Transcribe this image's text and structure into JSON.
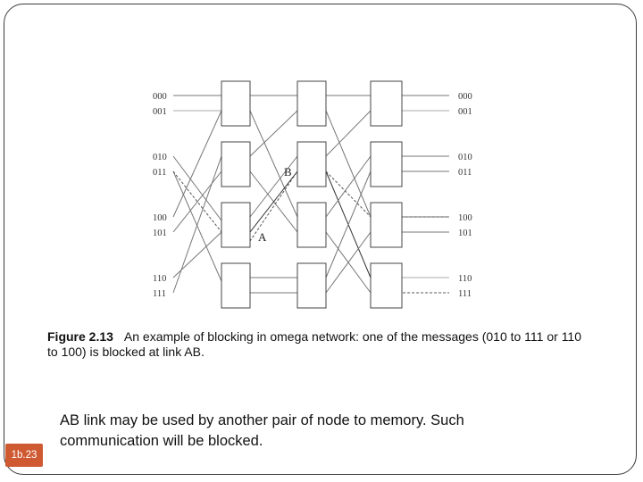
{
  "diagram": {
    "input_labels": [
      "000",
      "001",
      "010",
      "011",
      "100",
      "101",
      "110",
      "111"
    ],
    "output_labels": [
      "000",
      "001",
      "010",
      "011",
      "100",
      "101",
      "110",
      "111"
    ],
    "node_labels": {
      "a": "A",
      "b": "B"
    }
  },
  "caption": {
    "figure_number": "Figure 2.13",
    "text": "An example of blocking in omega network: one of the messages (010 to 111 or 110 to 100) is blocked at link AB."
  },
  "body_text": "AB link may be used by another pair of node to memory. Such communication will be blocked.",
  "slide_number": "1b.23"
}
